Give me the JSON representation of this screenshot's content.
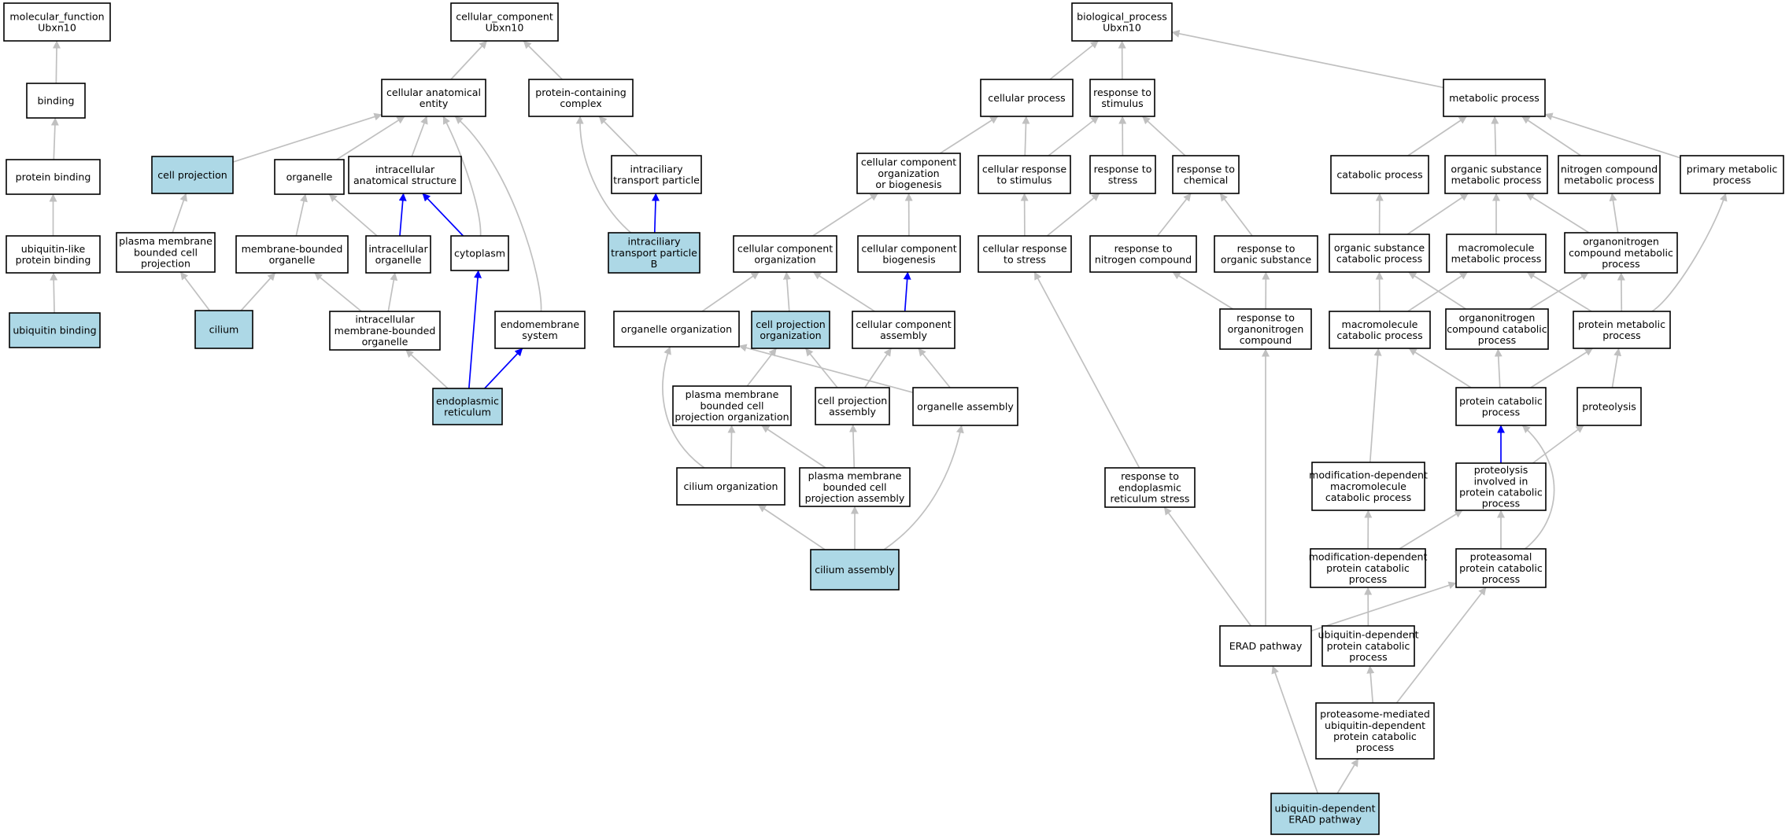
{
  "style": {
    "highlight_fill": "#add8e6",
    "default_fill": "#ffffff",
    "edge_gray": "#c0c0c0",
    "edge_blue": "#0000ff"
  },
  "nodes": [
    {
      "id": "mf",
      "lines": [
        "molecular_function",
        "Ubxn10"
      ]
    },
    {
      "id": "binding",
      "lines": [
        "binding"
      ]
    },
    {
      "id": "protbind",
      "lines": [
        "protein binding"
      ]
    },
    {
      "id": "ublike",
      "lines": [
        "ubiquitin-like",
        "protein binding"
      ]
    },
    {
      "id": "ubbind",
      "lines": [
        "ubiquitin binding"
      ],
      "highlight": true
    },
    {
      "id": "cc",
      "lines": [
        "cellular_component",
        "Ubxn10"
      ]
    },
    {
      "id": "cae",
      "lines": [
        "cellular anatomical",
        "entity"
      ]
    },
    {
      "id": "pcc",
      "lines": [
        "protein-containing",
        "complex"
      ]
    },
    {
      "id": "cellproj",
      "lines": [
        "cell projection"
      ],
      "highlight": true
    },
    {
      "id": "organelle",
      "lines": [
        "organelle"
      ]
    },
    {
      "id": "ias",
      "lines": [
        "intracellular",
        "anatomical structure"
      ]
    },
    {
      "id": "itp",
      "lines": [
        "intraciliary",
        "transport particle"
      ]
    },
    {
      "id": "pmbcp",
      "lines": [
        "plasma membrane",
        "bounded cell",
        "projection"
      ]
    },
    {
      "id": "mbo",
      "lines": [
        "membrane-bounded",
        "organelle"
      ]
    },
    {
      "id": "io",
      "lines": [
        "intracellular",
        "organelle"
      ]
    },
    {
      "id": "cyto",
      "lines": [
        "cytoplasm"
      ]
    },
    {
      "id": "itpb",
      "lines": [
        "intraciliary",
        "transport particle",
        "B"
      ],
      "highlight": true
    },
    {
      "id": "cilium",
      "lines": [
        "cilium"
      ],
      "highlight": true
    },
    {
      "id": "imbo",
      "lines": [
        "intracellular",
        "membrane-bounded",
        "organelle"
      ]
    },
    {
      "id": "endomem",
      "lines": [
        "endomembrane",
        "system"
      ]
    },
    {
      "id": "er",
      "lines": [
        "endoplasmic",
        "reticulum"
      ],
      "highlight": true
    },
    {
      "id": "bp",
      "lines": [
        "biological_process",
        "Ubxn10"
      ]
    },
    {
      "id": "cellproc",
      "lines": [
        "cellular process"
      ]
    },
    {
      "id": "respstim",
      "lines": [
        "response to",
        "stimulus"
      ]
    },
    {
      "id": "metab",
      "lines": [
        "metabolic process"
      ]
    },
    {
      "id": "ccob",
      "lines": [
        "cellular component",
        "organization",
        "or biogenesis"
      ]
    },
    {
      "id": "crstim",
      "lines": [
        "cellular response",
        "to stimulus"
      ]
    },
    {
      "id": "rstress",
      "lines": [
        "response to",
        "stress"
      ]
    },
    {
      "id": "rchem",
      "lines": [
        "response to",
        "chemical"
      ]
    },
    {
      "id": "catab",
      "lines": [
        "catabolic process"
      ]
    },
    {
      "id": "osmp",
      "lines": [
        "organic substance",
        "metabolic process"
      ]
    },
    {
      "id": "ncmp",
      "lines": [
        "nitrogen compound",
        "metabolic process"
      ]
    },
    {
      "id": "pmp",
      "lines": [
        "primary metabolic",
        "process"
      ]
    },
    {
      "id": "cco",
      "lines": [
        "cellular component",
        "organization"
      ]
    },
    {
      "id": "ccb",
      "lines": [
        "cellular component",
        "biogenesis"
      ]
    },
    {
      "id": "crstress",
      "lines": [
        "cellular response",
        "to stress"
      ]
    },
    {
      "id": "rnc",
      "lines": [
        "response to",
        "nitrogen compound"
      ]
    },
    {
      "id": "ros",
      "lines": [
        "response to",
        "organic substance"
      ]
    },
    {
      "id": "oscp",
      "lines": [
        "organic substance",
        "catabolic process"
      ]
    },
    {
      "id": "mmp",
      "lines": [
        "macromolecule",
        "metabolic process"
      ]
    },
    {
      "id": "oncmp",
      "lines": [
        "organonitrogen",
        "compound metabolic",
        "process"
      ]
    },
    {
      "id": "oo",
      "lines": [
        "organelle organization"
      ]
    },
    {
      "id": "cpo",
      "lines": [
        "cell projection",
        "organization"
      ],
      "highlight": true
    },
    {
      "id": "cca",
      "lines": [
        "cellular component",
        "assembly"
      ]
    },
    {
      "id": "rono",
      "lines": [
        "response to",
        "organonitrogen",
        "compound"
      ]
    },
    {
      "id": "mcp",
      "lines": [
        "macromolecule",
        "catabolic process"
      ]
    },
    {
      "id": "onccp",
      "lines": [
        "organonitrogen",
        "compound catabolic",
        "process"
      ]
    },
    {
      "id": "protmp",
      "lines": [
        "protein metabolic",
        "process"
      ]
    },
    {
      "id": "pmbcpo",
      "lines": [
        "plasma membrane",
        "bounded cell",
        "projection organization"
      ]
    },
    {
      "id": "cpa",
      "lines": [
        "cell projection",
        "assembly"
      ]
    },
    {
      "id": "oa",
      "lines": [
        "organelle assembly"
      ]
    },
    {
      "id": "pcp",
      "lines": [
        "protein catabolic",
        "process"
      ]
    },
    {
      "id": "proteolysis",
      "lines": [
        "proteolysis"
      ]
    },
    {
      "id": "cilorg",
      "lines": [
        "cilium organization"
      ]
    },
    {
      "id": "pmbcpa",
      "lines": [
        "plasma membrane",
        "bounded cell",
        "projection assembly"
      ]
    },
    {
      "id": "rers",
      "lines": [
        "response to",
        "endoplasmic",
        "reticulum stress"
      ]
    },
    {
      "id": "mdmcp",
      "lines": [
        "modification-dependent",
        "macromolecule",
        "catabolic process"
      ]
    },
    {
      "id": "pipcp",
      "lines": [
        "proteolysis",
        "involved in",
        "protein catabolic",
        "process"
      ]
    },
    {
      "id": "cilasm",
      "lines": [
        "cilium assembly"
      ],
      "highlight": true
    },
    {
      "id": "mdpcp",
      "lines": [
        "modification-dependent",
        "protein catabolic",
        "process"
      ]
    },
    {
      "id": "ppcp",
      "lines": [
        "proteasomal",
        "protein catabolic",
        "process"
      ]
    },
    {
      "id": "erad",
      "lines": [
        "ERAD pathway"
      ]
    },
    {
      "id": "udpcp",
      "lines": [
        "ubiquitin-dependent",
        "protein catabolic",
        "process"
      ]
    },
    {
      "id": "pmudpcp",
      "lines": [
        "proteasome-mediated",
        "ubiquitin-dependent",
        "protein catabolic",
        "process"
      ]
    },
    {
      "id": "uderad",
      "lines": [
        "ubiquitin-dependent",
        "ERAD pathway"
      ],
      "highlight": true
    }
  ],
  "edges": [
    {
      "from": "binding",
      "to": "mf"
    },
    {
      "from": "protbind",
      "to": "binding"
    },
    {
      "from": "ublike",
      "to": "protbind"
    },
    {
      "from": "ubbind",
      "to": "ublike"
    },
    {
      "from": "cae",
      "to": "cc"
    },
    {
      "from": "pcc",
      "to": "cc"
    },
    {
      "from": "cellproj",
      "to": "cae"
    },
    {
      "from": "organelle",
      "to": "cae"
    },
    {
      "from": "ias",
      "to": "cae"
    },
    {
      "from": "cyto",
      "to": "cae"
    },
    {
      "from": "endomem",
      "to": "cae"
    },
    {
      "from": "itp",
      "to": "pcc"
    },
    {
      "from": "itpb",
      "to": "pcc"
    },
    {
      "from": "itpb",
      "to": "itp",
      "blue": true
    },
    {
      "from": "pmbcp",
      "to": "cellproj"
    },
    {
      "from": "mbo",
      "to": "organelle"
    },
    {
      "from": "io",
      "to": "organelle"
    },
    {
      "from": "io",
      "to": "ias",
      "blue": true
    },
    {
      "from": "cyto",
      "to": "ias",
      "blue": true
    },
    {
      "from": "cilium",
      "to": "pmbcp"
    },
    {
      "from": "cilium",
      "to": "mbo"
    },
    {
      "from": "imbo",
      "to": "mbo"
    },
    {
      "from": "imbo",
      "to": "io"
    },
    {
      "from": "er",
      "to": "imbo"
    },
    {
      "from": "er",
      "to": "cyto",
      "blue": true
    },
    {
      "from": "er",
      "to": "endomem",
      "blue": true
    },
    {
      "from": "cellproc",
      "to": "bp"
    },
    {
      "from": "respstim",
      "to": "bp"
    },
    {
      "from": "metab",
      "to": "bp"
    },
    {
      "from": "ccob",
      "to": "cellproc"
    },
    {
      "from": "crstim",
      "to": "cellproc"
    },
    {
      "from": "crstim",
      "to": "respstim"
    },
    {
      "from": "rstress",
      "to": "respstim"
    },
    {
      "from": "rchem",
      "to": "respstim"
    },
    {
      "from": "catab",
      "to": "metab"
    },
    {
      "from": "osmp",
      "to": "metab"
    },
    {
      "from": "ncmp",
      "to": "metab"
    },
    {
      "from": "pmp",
      "to": "metab"
    },
    {
      "from": "cco",
      "to": "ccob"
    },
    {
      "from": "ccb",
      "to": "ccob"
    },
    {
      "from": "crstress",
      "to": "crstim"
    },
    {
      "from": "crstress",
      "to": "rstress"
    },
    {
      "from": "rnc",
      "to": "rchem"
    },
    {
      "from": "ros",
      "to": "rchem"
    },
    {
      "from": "oscp",
      "to": "catab"
    },
    {
      "from": "oscp",
      "to": "osmp"
    },
    {
      "from": "mmp",
      "to": "osmp"
    },
    {
      "from": "oncmp",
      "to": "osmp"
    },
    {
      "from": "oncmp",
      "to": "ncmp"
    },
    {
      "from": "oo",
      "to": "cco"
    },
    {
      "from": "cpo",
      "to": "cco"
    },
    {
      "from": "cca",
      "to": "cco"
    },
    {
      "from": "cca",
      "to": "ccb",
      "blue": true
    },
    {
      "from": "rono",
      "to": "rnc"
    },
    {
      "from": "rono",
      "to": "ros"
    },
    {
      "from": "mcp",
      "to": "oscp"
    },
    {
      "from": "mcp",
      "to": "mmp"
    },
    {
      "from": "onccp",
      "to": "oscp"
    },
    {
      "from": "onccp",
      "to": "oncmp"
    },
    {
      "from": "protmp",
      "to": "mmp"
    },
    {
      "from": "protmp",
      "to": "oncmp"
    },
    {
      "from": "protmp",
      "to": "pmp"
    },
    {
      "from": "pmbcpo",
      "to": "cpo"
    },
    {
      "from": "cpa",
      "to": "cpo"
    },
    {
      "from": "cpa",
      "to": "cca"
    },
    {
      "from": "oa",
      "to": "cca"
    },
    {
      "from": "oa",
      "to": "oo"
    },
    {
      "from": "cilorg",
      "to": "oo"
    },
    {
      "from": "cilorg",
      "to": "pmbcpo"
    },
    {
      "from": "pmbcpa",
      "to": "pmbcpo"
    },
    {
      "from": "pmbcpa",
      "to": "cpa"
    },
    {
      "from": "cilasm",
      "to": "cilorg"
    },
    {
      "from": "cilasm",
      "to": "pmbcpa"
    },
    {
      "from": "cilasm",
      "to": "oa"
    },
    {
      "from": "pcp",
      "to": "mcp"
    },
    {
      "from": "pcp",
      "to": "onccp"
    },
    {
      "from": "pcp",
      "to": "protmp"
    },
    {
      "from": "proteolysis",
      "to": "protmp"
    },
    {
      "from": "pipcp",
      "to": "pcp",
      "blue": true
    },
    {
      "from": "pipcp",
      "to": "proteolysis"
    },
    {
      "from": "mdmcp",
      "to": "mcp"
    },
    {
      "from": "mdpcp",
      "to": "mdmcp"
    },
    {
      "from": "mdpcp",
      "to": "pipcp"
    },
    {
      "from": "ppcp",
      "to": "pipcp"
    },
    {
      "from": "ppcp",
      "to": "pcp"
    },
    {
      "from": "udpcp",
      "to": "mdpcp"
    },
    {
      "from": "pmudpcp",
      "to": "udpcp"
    },
    {
      "from": "pmudpcp",
      "to": "ppcp"
    },
    {
      "from": "erad",
      "to": "rers"
    },
    {
      "from": "erad",
      "to": "rono"
    },
    {
      "from": "erad",
      "to": "ppcp"
    },
    {
      "from": "rers",
      "to": "crstress"
    },
    {
      "from": "uderad",
      "to": "erad"
    },
    {
      "from": "uderad",
      "to": "pmudpcp"
    }
  ]
}
